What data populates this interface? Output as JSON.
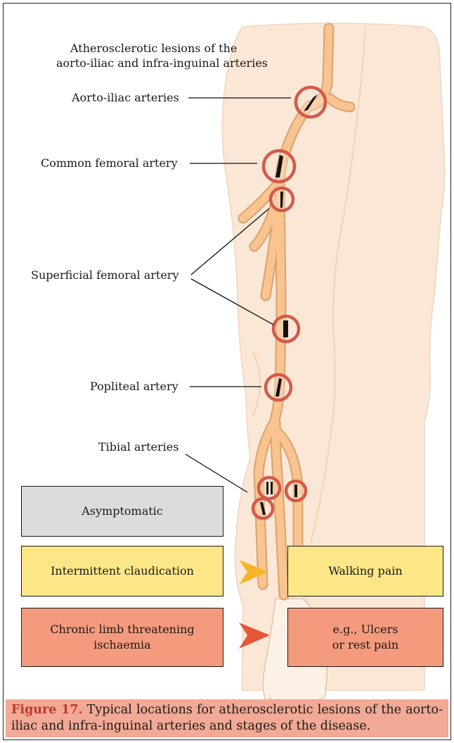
{
  "title": "Atherosclerotic lesions of the aorto-iliac and infra-inguinal arteries",
  "title_line1": "Atherosclerotic lesions of the",
  "title_line2": "aorto-iliac and infra-inguinal arteries",
  "labels": {
    "aorto_iliac": "Aorto-iliac arteries",
    "common_femoral": "Common femoral artery",
    "superficial_femoral": "Superficial femoral artery",
    "popliteal": "Popliteal artery",
    "tibial": "Tibial arteries"
  },
  "stages": {
    "asymptomatic": "Asymptomatic",
    "claudication": "Intermittent claudication",
    "walking_pain": "Walking pain",
    "cltI": "Chronic limb threatening\nischaemia",
    "ulcers": "e.g., Ulcers\nor rest pain"
  },
  "caption": {
    "figure_label": "Figure 17.",
    "text": " Typical locations for atherosclerotic lesions of the aorto-iliac and infra-inguinal arteries and stages of the disease."
  },
  "colors": {
    "skin": "#fbe7d6",
    "artery": "#f9c48f",
    "lesion_ring": "#d45a4a",
    "arrow_yellow": "#f5b52a",
    "arrow_red": "#e8563a",
    "caption_bg": "#f2a995",
    "caption_label": "#c0392b"
  }
}
